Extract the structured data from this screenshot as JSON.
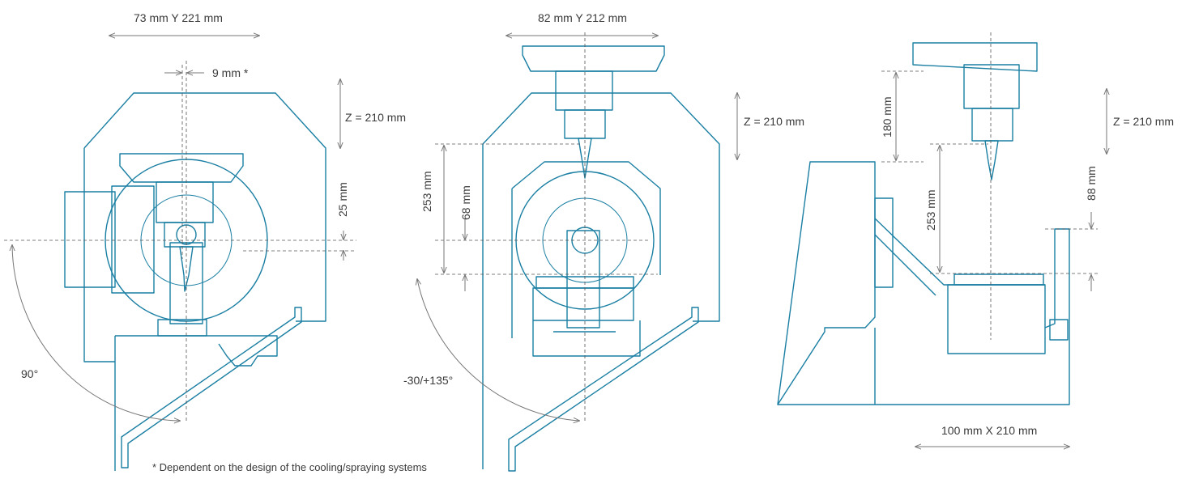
{
  "view_front_90": {
    "travel_xy_label": "73 mm  Y  221 mm",
    "offset_label": "9 mm *",
    "z_label": "Z = 210 mm",
    "height_label": "25 mm",
    "tilt_label": "90°"
  },
  "view_front_tilt": {
    "travel_xy_label": "82 mm  Y  212 mm",
    "z_label": "Z = 210 mm",
    "height_a_label": "253 mm",
    "height_b_label": "68 mm",
    "tilt_label": "-30/+135°"
  },
  "view_side": {
    "z_label": "Z = 210 mm",
    "height_a_label": "180 mm",
    "height_b_label": "253 mm",
    "height_c_label": "88 mm",
    "travel_x_label": "100 mm  X  210 mm"
  },
  "footnote": "* Dependent on the design of the cooling/spraying systems",
  "colors": {
    "line": "#1a7fa3",
    "dimension": "#777777",
    "text": "#3a3a3a"
  }
}
